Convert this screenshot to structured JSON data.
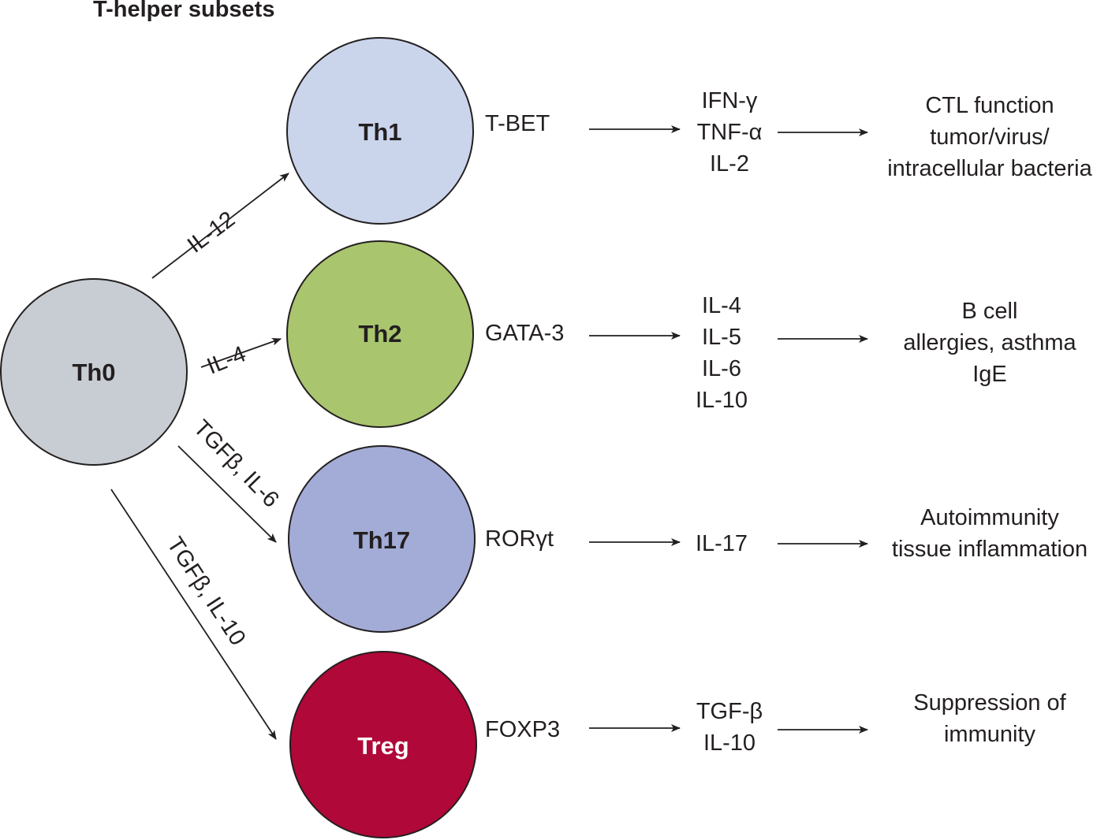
{
  "title": "T-helper subsets",
  "source_cell": {
    "label": "Th0",
    "color": "#c8cdd3"
  },
  "subsets": [
    {
      "label": "Th1",
      "color": "#cad5ec",
      "label_color": "#231f20",
      "inducer": "IL-12",
      "transcription_factor": "T-BET",
      "cytokines": [
        "IFN-γ",
        "TNF-α",
        "IL-2"
      ],
      "functions": [
        "CTL function",
        "tumor/virus/",
        "intracellular bacteria"
      ]
    },
    {
      "label": "Th2",
      "color": "#a9c56e",
      "label_color": "#231f20",
      "inducer": "IL-4",
      "transcription_factor": "GATA-3",
      "cytokines": [
        "IL-4",
        "IL-5",
        "IL-6",
        "IL-10"
      ],
      "functions": [
        "B cell",
        "allergies, asthma",
        "IgE"
      ]
    },
    {
      "label": "Th17",
      "color": "#a3acd7",
      "label_color": "#231f20",
      "inducer": "TGFβ, IL-6",
      "transcription_factor": "RORγt",
      "cytokines": [
        "IL-17"
      ],
      "functions": [
        "Autoimmunity",
        "tissue inflammation"
      ]
    },
    {
      "label": "Treg",
      "color": "#b00838",
      "label_color": "#ffffff",
      "inducer": "TGFβ, IL-10",
      "transcription_factor": "FOXP3",
      "cytokines": [
        "TGF-β",
        "IL-10"
      ],
      "functions": [
        "Suppression of",
        "immunity"
      ]
    }
  ]
}
